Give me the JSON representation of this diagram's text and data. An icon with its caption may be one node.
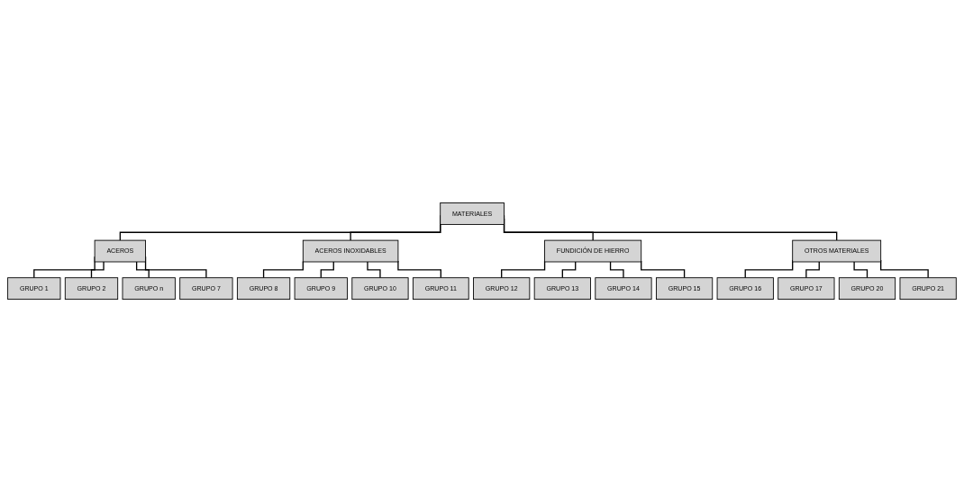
{
  "diagram": {
    "nodes": [
      {
        "text": [
          "MATERIALES"
        ]
      },
      {
        "text": [
          "ACEROS"
        ]
      },
      {
        "text": [
          "ACEROS INOXIDABLES"
        ]
      },
      {
        "text": [
          "FUNDICIÓN DE HIERRO"
        ]
      },
      {
        "text": [
          "OTROS MATERIALES"
        ]
      },
      {
        "text": [
          "GRUPO 1"
        ]
      },
      {
        "text": [
          "GRUPO 2"
        ]
      },
      {
        "text": [
          "GRUPO n"
        ]
      },
      {
        "text": [
          "GRUPO 7"
        ]
      },
      {
        "text": [
          "GRUPO 8"
        ]
      },
      {
        "text": [
          "GRUPO 9"
        ]
      },
      {
        "text": [
          "GRUPO 10"
        ]
      },
      {
        "text": [
          "GRUPO 11"
        ]
      },
      {
        "text": [
          "GRUPO 12"
        ]
      },
      {
        "text": [
          "GRUPO 13"
        ]
      },
      {
        "text": [
          "GRUPO 14"
        ]
      },
      {
        "text": [
          "GRUPO 15"
        ]
      },
      {
        "text": [
          "GRUPO 16"
        ]
      },
      {
        "text": [
          "GRUPO 17"
        ]
      },
      {
        "text": [
          "GRUPO 20"
        ]
      },
      {
        "text": [
          "GRUPO 21"
        ]
      }
    ],
    "edges": [
      {
        "from": 0,
        "to": 1,
        "arrow": "none"
      },
      {
        "from": 0,
        "to": 2,
        "arrow": "none"
      },
      {
        "from": 0,
        "to": 3,
        "arrow": "none"
      },
      {
        "from": 0,
        "to": 4,
        "arrow": "none"
      },
      {
        "from": 1,
        "to": 5,
        "arrow": "none"
      },
      {
        "from": 1,
        "to": 6,
        "arrow": "none"
      },
      {
        "from": 1,
        "to": 7,
        "arrow": "none"
      },
      {
        "from": 1,
        "to": 8,
        "arrow": "none"
      },
      {
        "from": 2,
        "to": 9,
        "arrow": "none"
      },
      {
        "from": 2,
        "to": 10,
        "arrow": "none"
      },
      {
        "from": 2,
        "to": 11,
        "arrow": "none"
      },
      {
        "from": 2,
        "to": 12,
        "arrow": "none"
      },
      {
        "from": 3,
        "to": 13,
        "arrow": "none"
      },
      {
        "from": 3,
        "to": 14,
        "arrow": "none"
      },
      {
        "from": 3,
        "to": 15,
        "arrow": "none"
      },
      {
        "from": 3,
        "to": 16,
        "arrow": "none"
      },
      {
        "from": 4,
        "to": 17,
        "arrow": "none"
      },
      {
        "from": 4,
        "to": 18,
        "arrow": "none"
      },
      {
        "from": 4,
        "to": 19,
        "arrow": "none"
      },
      {
        "from": 4,
        "to": 20,
        "arrow": "none"
      }
    ]
  }
}
